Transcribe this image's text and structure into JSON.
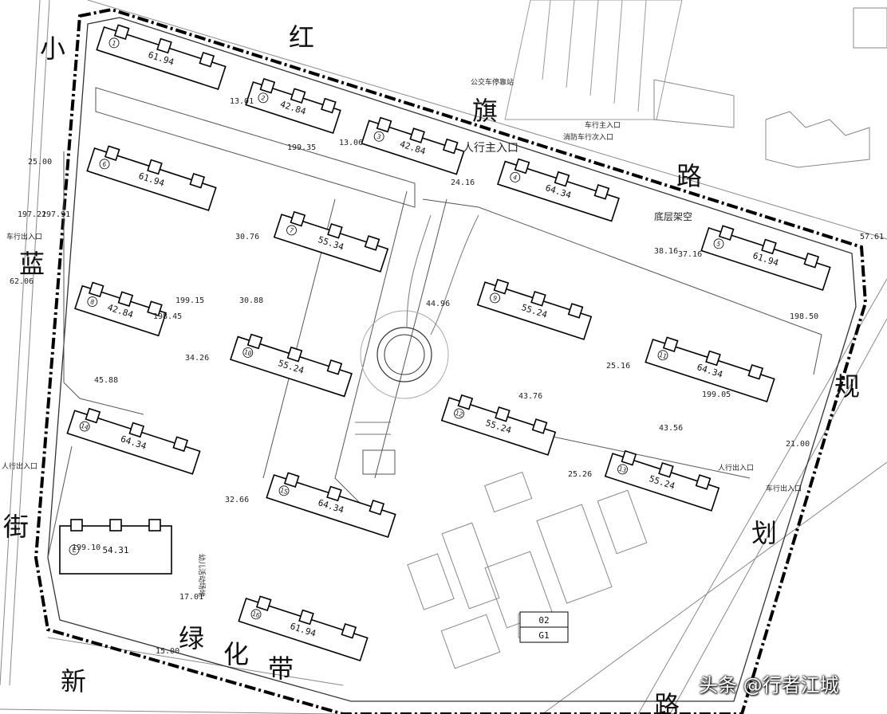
{
  "roads": {
    "top_chars": [
      "小",
      "红",
      "旗",
      "路"
    ],
    "left_chars": [
      "蓝",
      "街"
    ],
    "right_chars": [
      "规",
      "划",
      "路"
    ],
    "bottom_chars": [
      "新",
      "绿",
      "化",
      "带"
    ]
  },
  "entrances": {
    "bus_stop": "公交车停靠站",
    "pedestrian_main": "人行主入口",
    "vehicle_main": "车行主入口",
    "fire_secondary": "消防车行次入口",
    "car_in_out_left": "车行出入口",
    "car_in_out_right": "车行出入口",
    "pedestrian_left": "人行出入口",
    "pedestrian_right": "人行出入口",
    "ground_parking": "底层架空",
    "cluster_label": "幼儿活动场地"
  },
  "buildings": [
    {
      "num": "1",
      "area": "61.94"
    },
    {
      "num": "2",
      "area": "42.84"
    },
    {
      "num": "3",
      "area": "42.84"
    },
    {
      "num": "4",
      "area": "64.34"
    },
    {
      "num": "5",
      "area": "61.94"
    },
    {
      "num": "6",
      "area": "61.94"
    },
    {
      "num": "7",
      "area": "55.34"
    },
    {
      "num": "8",
      "area": "42.84"
    },
    {
      "num": "9",
      "area": "55.24"
    },
    {
      "num": "10",
      "area": "55.24"
    },
    {
      "num": "11",
      "area": "64.34"
    },
    {
      "num": "12",
      "area": "55.24"
    },
    {
      "num": "13",
      "area": "55.24"
    },
    {
      "num": "14",
      "area": "64.34"
    },
    {
      "num": "15",
      "area": "64.34"
    },
    {
      "num": "16",
      "area": "61.94"
    },
    {
      "num": "E",
      "area": "54.31"
    }
  ],
  "dimensions": [
    "13.01",
    "13.06",
    "30.76",
    "24.16",
    "25.00",
    "62.06",
    "197.22",
    "197.91",
    "44.96",
    "34.26",
    "30.88",
    "45.88",
    "38.16",
    "25.16",
    "43.76",
    "25.26",
    "32.66",
    "17.01",
    "15.00",
    "21.00",
    "37.16",
    "57.61",
    "43.56",
    "199.10",
    "199.05",
    "198.45",
    "199.35",
    "199.15",
    "198.50"
  ],
  "plot_label": {
    "line1": "02",
    "line2": "G1"
  },
  "watermark": "头条 @行者江城"
}
